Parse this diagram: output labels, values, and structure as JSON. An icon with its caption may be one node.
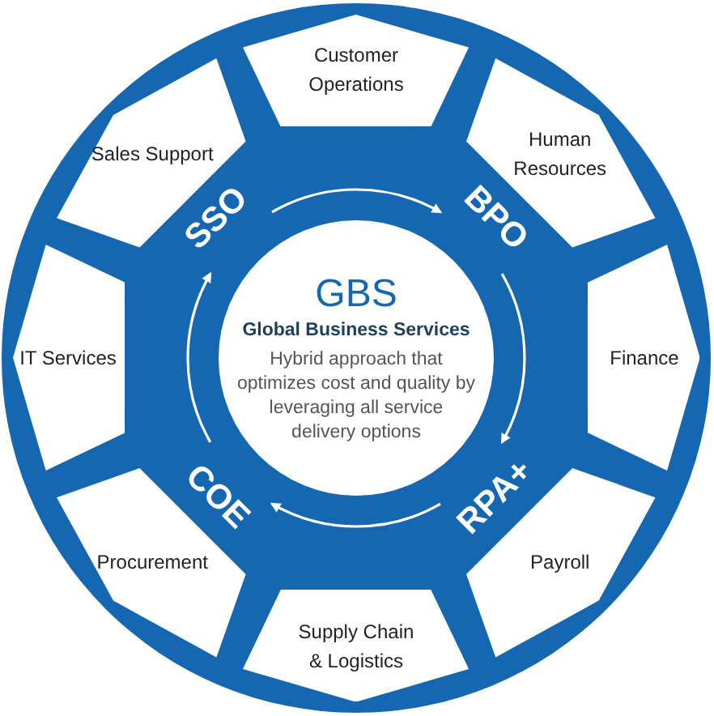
{
  "diagram": {
    "nodes": [
      {
        "text": [
          "GBS",
          "Global Business Services",
          "Hybrid approach that optimizes cost and quality by leveraging all service delivery options"
        ]
      },
      {
        "text": [
          "SSO"
        ]
      },
      {
        "text": [
          "BPO"
        ]
      },
      {
        "text": [
          "RPA+"
        ]
      },
      {
        "text": [
          "COE"
        ]
      },
      {
        "text": [
          "Customer Operations"
        ]
      },
      {
        "text": [
          "Human Resources"
        ]
      },
      {
        "text": [
          "Finance"
        ]
      },
      {
        "text": [
          "Payroll"
        ]
      },
      {
        "text": [
          "Supply Chain & Logistics"
        ]
      },
      {
        "text": [
          "Procurement"
        ]
      },
      {
        "text": [
          "IT Services"
        ]
      },
      {
        "text": [
          "Sales Support"
        ]
      }
    ],
    "edges": [
      {
        "from": 1,
        "to": 2,
        "arrow": "to"
      },
      {
        "from": 2,
        "to": 3,
        "arrow": "to"
      },
      {
        "from": 3,
        "to": 4,
        "arrow": "to"
      },
      {
        "from": 4,
        "to": 1,
        "arrow": "to"
      }
    ]
  }
}
